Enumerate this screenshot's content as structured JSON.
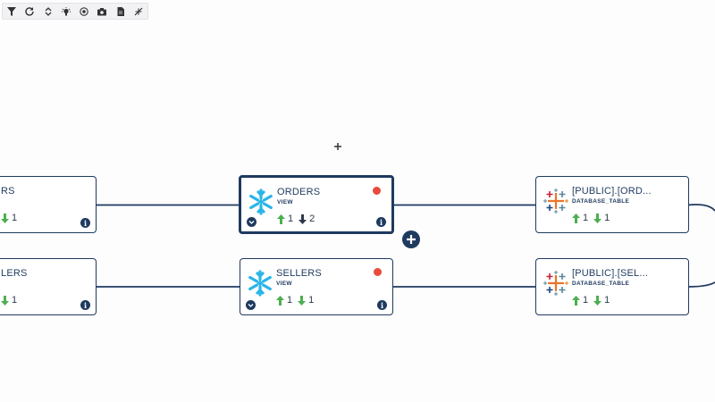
{
  "toolbar": {
    "buttons": [
      {
        "icon": "filter-icon"
      },
      {
        "icon": "refresh-icon"
      },
      {
        "icon": "expand-vertical-icon"
      },
      {
        "icon": "lightbulb-icon"
      },
      {
        "icon": "target-icon"
      },
      {
        "icon": "camera-icon"
      },
      {
        "icon": "document-icon"
      },
      {
        "icon": "collapse-icon"
      }
    ]
  },
  "nodes": {
    "left_top": {
      "title": "RS",
      "subtitle": "",
      "down_count": "1"
    },
    "left_bottom": {
      "title": "LERS",
      "subtitle": "",
      "down_count": "1"
    },
    "orders": {
      "title": "ORDERS",
      "subtitle": "VIEW",
      "up_count": "1",
      "down_count": "2",
      "status": "error"
    },
    "sellers": {
      "title": "SELLERS",
      "subtitle": "VIEW",
      "up_count": "1",
      "down_count": "1",
      "status": "error"
    },
    "public_orders": {
      "title": "[PUBLIC].[ORD...",
      "subtitle": "DATABASE_TABLE",
      "up_count": "1",
      "down_count": "1"
    },
    "public_sellers": {
      "title": "[PUBLIC].[SEL...",
      "subtitle": "DATABASE_TABLE",
      "up_count": "1",
      "down_count": "1"
    }
  },
  "colors": {
    "primary": "#1f3a5f",
    "status_error": "#e84b3c",
    "arrow_up": "#4caf50",
    "arrow_down_green": "#4caf50",
    "arrow_down_dark": "#2b3a4a",
    "snowflake": "#29b5e8"
  },
  "glyphs": {
    "info": "i"
  }
}
